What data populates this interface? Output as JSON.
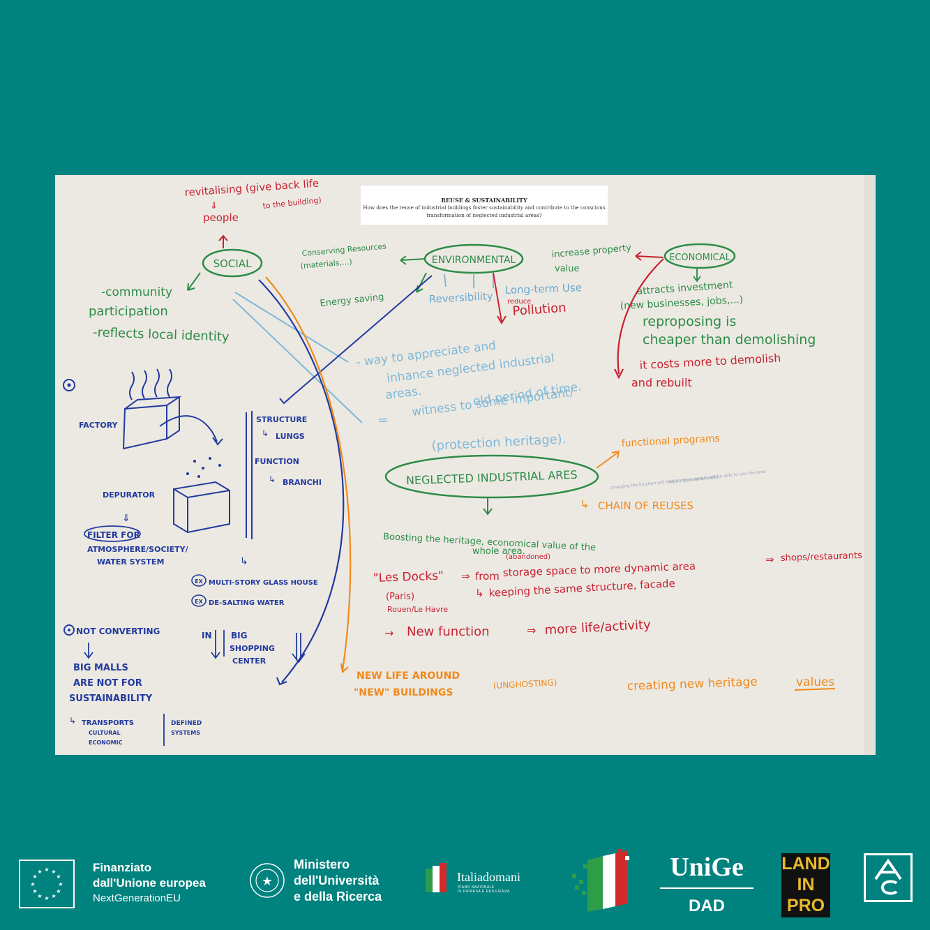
{
  "board": {
    "header": {
      "title": "REUSE & SUSTAINABILITY",
      "question_line1": "How does the reuse of industrial buildings foster sustainability and contribute to the conscious",
      "question_line2": "transformation of neglected industrial areas?"
    },
    "social": {
      "label": "SOCIAL",
      "revitalising": "revitalising (give back life",
      "to_building": "to the building)",
      "people": "people",
      "community": "-community",
      "participation": "participation",
      "identity": "-reflects local identity"
    },
    "environmental": {
      "label": "ENVIRONMENTAL",
      "conserving": "Conserving Resources",
      "materials": "(materials,...)",
      "energy": "Energy saving",
      "reversibility": "Reversibility",
      "long_term": "Long-term Use",
      "reduce": "reduce",
      "pollution": "Pollution"
    },
    "economical": {
      "label": "ECONOMICAL",
      "increase": "increase property",
      "value": "value",
      "attracts": "attracts investment",
      "businesses": "(new businesses, jobs,...)",
      "reproposing": "reproposing is",
      "cheaper": "cheaper than demolishing",
      "costs": "it costs more to demolish",
      "rebuilt": "and rebuilt"
    },
    "heritage_note": {
      "line1": "- way to appreciate and",
      "line2": "inhance neglected industrial",
      "line3": "areas.",
      "line4": "witness to some important/",
      "line5": "old period of time.",
      "eq": "=",
      "protection": "(protection   heritage)."
    },
    "factory": {
      "factory": "FACTORY",
      "depurator": "DEPURATOR",
      "filter": "FILTER FOR",
      "atmosphere": "ATMOSPHERE/SOCIETY/",
      "water": "WATER SYSTEM",
      "ex_label": "EX",
      "ex1": "MULTI-STORY GLASS HOUSE",
      "ex2": "DE-SALTING WATER",
      "structure": "STRUCTURE",
      "lungs": "LUNGS",
      "function": "FUNCTION",
      "branchi": "BRANCHI"
    },
    "neglected": {
      "label": "NEGLECTED INDUSTRIAL ARES",
      "functional": "functional programs",
      "chain": "CHAIN OF REUSES",
      "grey_note1": "changing the function will lead to more people will be able to use the area",
      "grey_note2": "from industrial to public",
      "boosting1": "Boosting the heritage, economical value of the",
      "boosting2": "whole area."
    },
    "docks": {
      "les_docks": "\"Les Docks\"",
      "from": "from",
      "abandoned": "(abandoned)",
      "storage": "storage space to more dynamic area",
      "shops": "shops/restaurants",
      "paris": "(Paris)",
      "rouen": "Rouen/Le Havre",
      "keeping": "keeping the same structure, facade",
      "new_function": "New function",
      "more_life": "more life/activity"
    },
    "not_converting": {
      "line1": "NOT CONVERTING",
      "in": "IN",
      "big": "BIG",
      "shopping": "SHOPPING",
      "center": "CENTER",
      "big_malls": "BIG MALLS",
      "are_not": "ARE NOT FOR",
      "sustain": "SUSTAINABILITY",
      "transports": "TRANSPORTS",
      "cultural": "CULTURAL",
      "economic": "ECONOMIC",
      "defined": "DEFINED",
      "systems": "SYSTEMS"
    },
    "bottom": {
      "new_life": "NEW LIFE AROUND",
      "new_buildings": "\"NEW\" BUILDINGS",
      "unghosting": "(UNGHOSTING)",
      "creating": "creating new heritage",
      "values": "values"
    }
  },
  "footer": {
    "eu": {
      "line1": "Finanziato",
      "line2": "dall'Unione europea",
      "line3": "NextGenerationEU"
    },
    "mur": {
      "line1": "Ministero",
      "line2": "dell'Università",
      "line3": "e della Ricerca"
    },
    "italia": {
      "name": "Italiadomani",
      "sub1": "PIANO NAZIONALE",
      "sub2": "DI RIPRESA E RESILIENZA"
    },
    "unige": {
      "name": "UniGe",
      "dept": "DAD"
    },
    "land": {
      "l1": "LAND",
      "l2": "IN",
      "l3": "PRO"
    },
    "colors": {
      "teal": "#00827f",
      "green": "#2e8b47",
      "blue": "#223a9e",
      "red": "#c8202f",
      "orange": "#f08a1c",
      "light_blue": "#7fb8d8"
    }
  }
}
